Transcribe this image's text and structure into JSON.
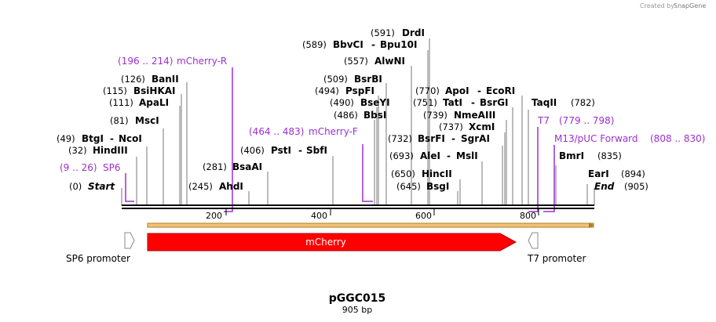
{
  "watermark": "Created by",
  "brand": "SnapGene",
  "plasmid_name": "pGGC015",
  "plasmid_length": "905 bp",
  "ends": {
    "start": {
      "pos": "(0)",
      "label": "Start"
    },
    "end": {
      "pos": "(905)",
      "label": "End"
    }
  },
  "scale_ticks": [
    "200",
    "400",
    "600",
    "800"
  ],
  "enzymes": [
    {
      "pos": "(32)",
      "name": "HindIII"
    },
    {
      "pos": "(49)",
      "name": "BtgI",
      "name2": "NcoI"
    },
    {
      "pos": "(81)",
      "name": "MscI"
    },
    {
      "pos": "(111)",
      "name": "ApaLI"
    },
    {
      "pos": "(115)",
      "name": "BsiHKAI"
    },
    {
      "pos": "(126)",
      "name": "BanII"
    },
    {
      "pos": "(245)",
      "name": "AhdI"
    },
    {
      "pos": "(281)",
      "name": "BsaAI"
    },
    {
      "pos": "(406)",
      "name": "PstI",
      "name2": "SbfI"
    },
    {
      "pos": "(486)",
      "name": "BbsI"
    },
    {
      "pos": "(490)",
      "name": "BseYI"
    },
    {
      "pos": "(494)",
      "name": "PspFI"
    },
    {
      "pos": "(509)",
      "name": "BsrBI"
    },
    {
      "pos": "(557)",
      "name": "AlwNI"
    },
    {
      "pos": "(589)",
      "name": "BbvCI",
      "name2": "Bpu10I"
    },
    {
      "pos": "(591)",
      "name": "DrdI"
    },
    {
      "pos": "(645)",
      "name": "BsgI"
    },
    {
      "pos": "(650)",
      "name": "HincII"
    },
    {
      "pos": "(693)",
      "name": "AleI",
      "name2": "MslI"
    },
    {
      "pos": "(732)",
      "name": "BsrFI",
      "name2": "SgrAI"
    },
    {
      "pos": "(737)",
      "name": "XcmI"
    },
    {
      "pos": "(739)",
      "name": "NmeAIII"
    },
    {
      "pos": "(751)",
      "name": "TatI",
      "name2": "BsrGI"
    },
    {
      "pos": "(770)",
      "name": "ApoI",
      "name2": "EcoRI"
    },
    {
      "pos": "(782)",
      "name": "TaqII"
    },
    {
      "pos": "(835)",
      "name": "BmrI"
    },
    {
      "pos": "(894)",
      "name": "EarI"
    }
  ],
  "primers": [
    {
      "range": "(9 .. 26)",
      "name": "SP6"
    },
    {
      "range": "(196 .. 214)",
      "name": "mCherry-R"
    },
    {
      "range": "(464 .. 483)",
      "name": "mCherry-F"
    },
    {
      "range": "(779 .. 798)",
      "name": "T7"
    },
    {
      "range": "(808 .. 830)",
      "name": "M13/pUC Forward"
    }
  ],
  "features": {
    "sp6": "SP6 promoter",
    "mcherry": "mCherry",
    "t7": "T7 promoter"
  },
  "colors": {
    "primer": "#9d2fd0",
    "mcherry": "#ff0000",
    "insert_bar": "#f2c27a",
    "backbone": "#000000"
  }
}
